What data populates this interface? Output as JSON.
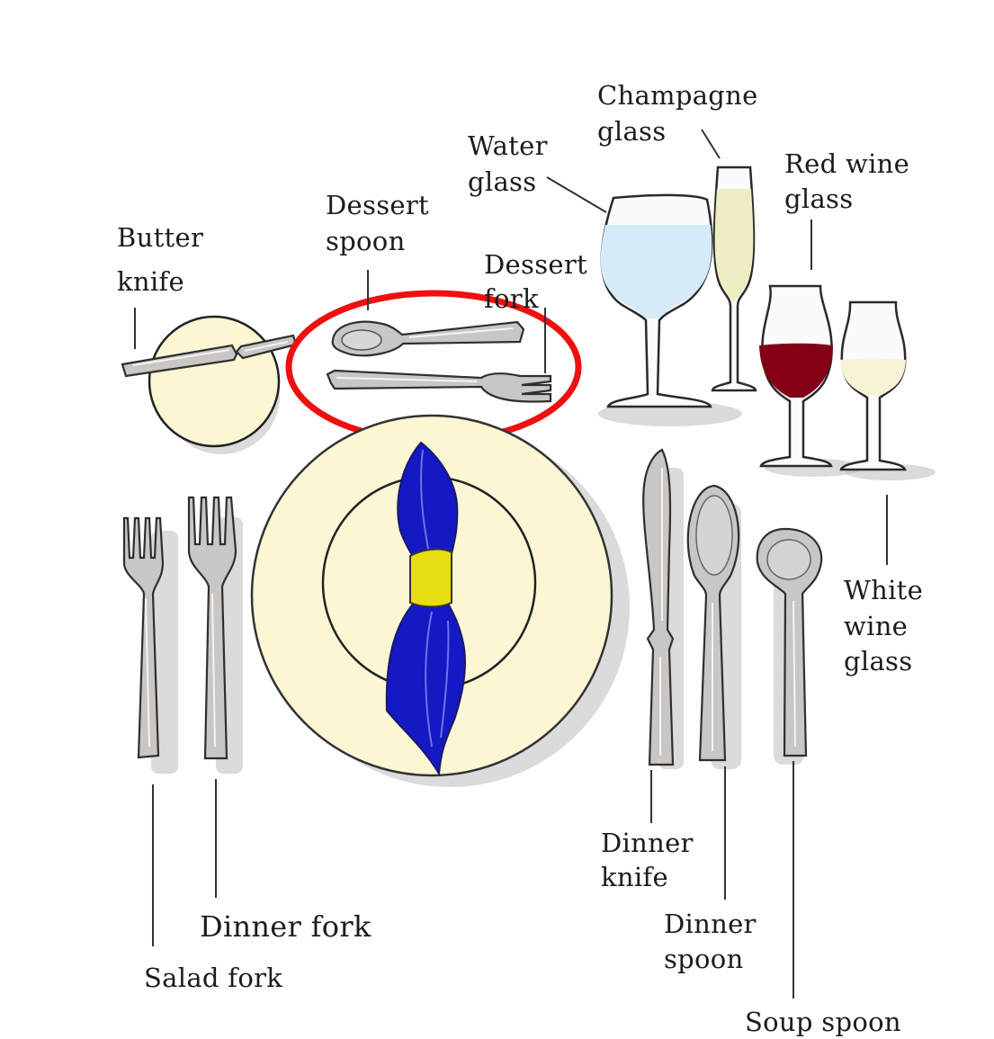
{
  "labels": {
    "champagne_glass": [
      "Champagne",
      "glass"
    ],
    "water_glass": [
      "Water",
      "glass"
    ],
    "red_wine_glass": [
      "Red wine",
      "glass"
    ],
    "butter_knife": [
      "Butter",
      "knife"
    ],
    "dessert_spoon": [
      "Dessert",
      "spoon"
    ],
    "dessert_fork": [
      "Dessert",
      "fork"
    ],
    "white_wine_glass": [
      "White",
      "wine",
      "glass"
    ],
    "dinner_knife": [
      "Dinner",
      "knife"
    ],
    "dinner_spoon": [
      "Dinner",
      "spoon"
    ],
    "soup_spoon": [
      "Soup spoon"
    ],
    "dinner_fork": [
      "Dinner fork"
    ],
    "salad_fork": [
      "Salad fork"
    ]
  },
  "colors": {
    "plate": "#fbf6d4",
    "napkin": "#1419c4",
    "napkin_ring": "#e6dd12",
    "water": "#d5ecf8",
    "champagne": "#efedc4",
    "red_wine": "#830015",
    "white_wine": "#f6f3d6",
    "highlight_circle": "#ee1010"
  }
}
